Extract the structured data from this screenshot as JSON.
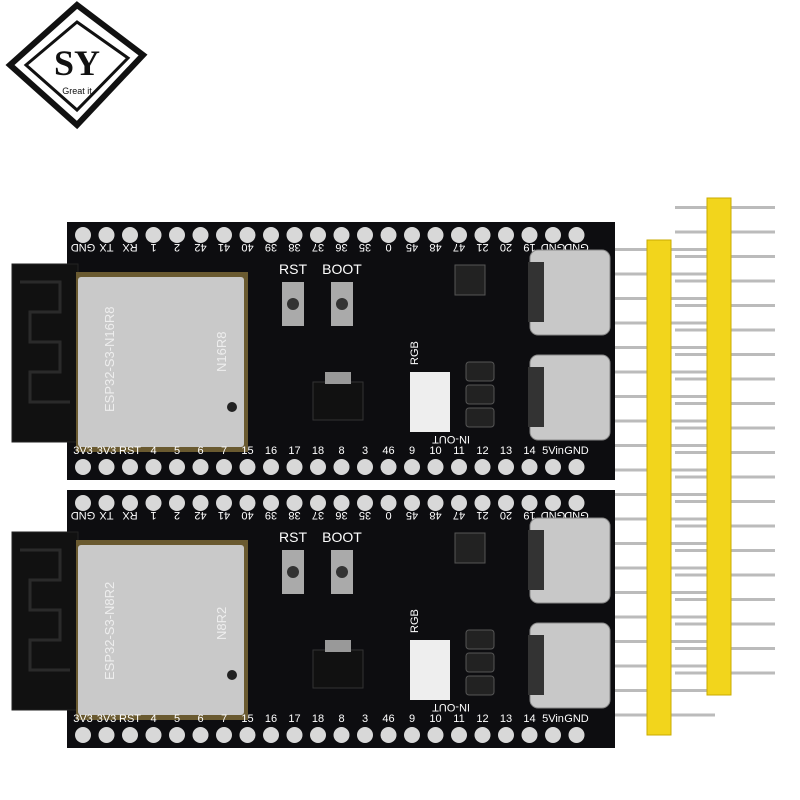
{
  "logo": {
    "letters": "SY",
    "tagline": "Great it"
  },
  "boards": [
    {
      "module": "ESP32-S3-N16R8",
      "module_short": "N16R8"
    },
    {
      "module": "ESP32-S3-N8R2",
      "module_short": "N8R2"
    }
  ],
  "top_pins": [
    "GND",
    "TX",
    "RX",
    "1",
    "2",
    "42",
    "41",
    "40",
    "39",
    "38",
    "37",
    "36",
    "35",
    "0",
    "45",
    "48",
    "47",
    "21",
    "20",
    "19",
    "GND",
    "GND"
  ],
  "bottom_pins": [
    "3V3",
    "3V3",
    "RST",
    "4",
    "5",
    "6",
    "7",
    "15",
    "16",
    "17",
    "18",
    "8",
    "3",
    "46",
    "9",
    "10",
    "11",
    "12",
    "13",
    "14",
    "5Vin",
    "GND"
  ],
  "buttons": {
    "reset": "RST",
    "boot": "BOOT"
  },
  "silk": {
    "rgb": "RGB",
    "inout": "IN-OUT"
  },
  "colors": {
    "pcb": "#0d0d10",
    "header": "#f2d51c",
    "module": "#c9c9c9",
    "pin": "#d8d8d8"
  }
}
